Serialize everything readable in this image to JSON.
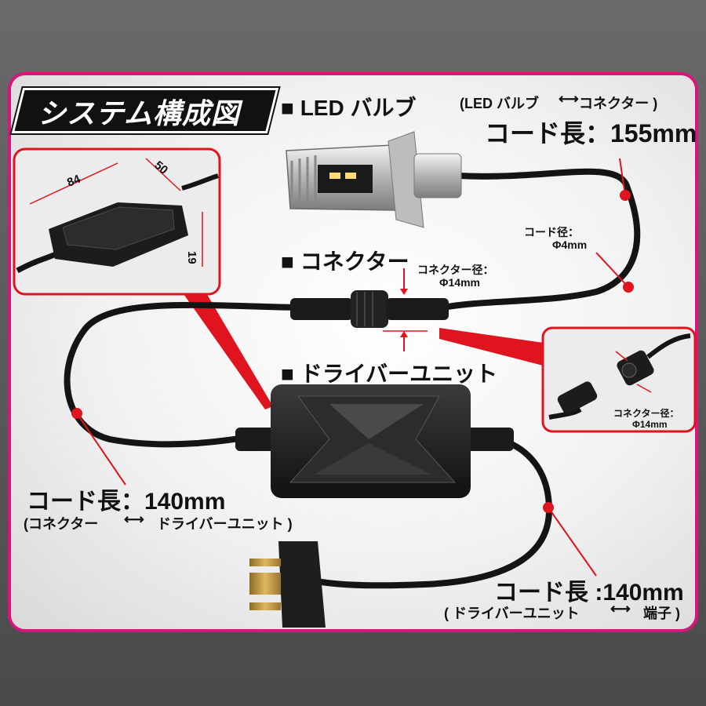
{
  "title": "システム構成図",
  "sections": {
    "led_bulb": "■ LED バルブ",
    "connector": "■ コネクター",
    "driver_unit": "■ ドライバーユニット"
  },
  "cord_led": {
    "route_open": "(LED バルブ",
    "route_close": "コネクター )",
    "length_label": "コード長：155mm"
  },
  "cord_diameter": {
    "label": "コード径：",
    "value": "Φ4mm"
  },
  "connector_diameter": {
    "label": "コネクター径：",
    "value": "Φ14mm"
  },
  "inset_connector": {
    "label": "コネクター径：",
    "value": "Φ14mm"
  },
  "driver_dims": {
    "length": "84",
    "width": "50",
    "height": "19"
  },
  "cord_connector_driver": {
    "length_label": "コード長：140mm",
    "route_open": "(コネクター",
    "route_close": "ドライバーユニット )"
  },
  "cord_driver_terminal": {
    "length_label": "コード長 :140mm",
    "route_open": "( ドライバーユニット",
    "route_close": "端子 )"
  },
  "colors": {
    "accent": "#d8167a",
    "pointer": "#e0141e",
    "cable": "#141414"
  }
}
